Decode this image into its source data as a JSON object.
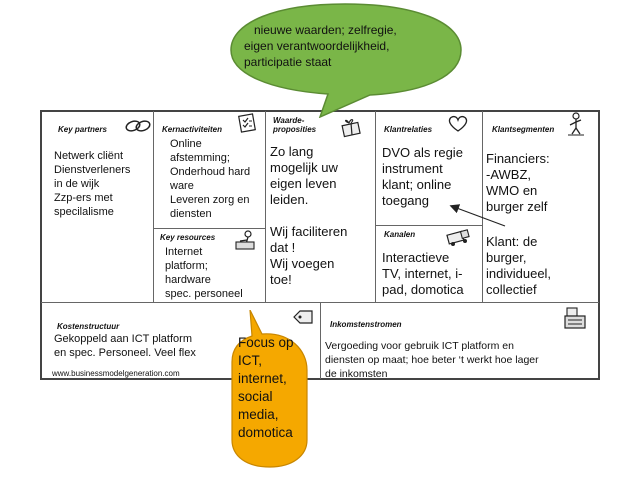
{
  "speech_bubble": {
    "lines": [
      "nieuwe waarden; zelfregie,",
      "eigen verantwoordelijkheid,",
      "participatie staat"
    ]
  },
  "canvas": {
    "headers": {
      "key_partners": "Key partners",
      "key_activities": "Kernactiviteiten",
      "value_propositions_1": "Waarde-",
      "value_propositions_2": "proposities",
      "customer_relationships": "Klantrelaties",
      "customer_segments": "Klantsegmenten",
      "key_resources": "Key resources",
      "channels": "Kanalen",
      "cost_structure": "Kostenstructuur",
      "revenue_streams": "Inkomstenstromen"
    },
    "key_partners_lines": [
      "Netwerk cliënt",
      "Dienstverleners",
      "in de wijk",
      "Zzp-ers met",
      "specilalisme"
    ],
    "key_activities_lines": [
      "Online",
      "afstemming;",
      "Onderhoud hard",
      "ware",
      "Leveren zorg en",
      "diensten"
    ],
    "key_resources_lines": [
      "Internet",
      "platform;",
      "hardware",
      "spec. personeel"
    ],
    "value_prop_lines": [
      "Zo lang",
      "mogelijk uw",
      "eigen leven",
      "leiden.",
      "",
      "Wij faciliteren",
      "dat !",
      "Wij voegen",
      "toe!"
    ],
    "customer_rel_lines": [
      "DVO als regie",
      "instrument",
      "klant; online",
      "toegang"
    ],
    "channels_lines": [
      "Interactieve",
      "TV, internet, i-",
      "pad, domotica"
    ],
    "customer_seg_lines_1": [
      "Financiers:",
      "-AWBZ,",
      "WMO en",
      "burger zelf"
    ],
    "customer_seg_lines_2": [
      "Klant: de",
      "burger,",
      "individueel,",
      "collectief"
    ],
    "cost_lines": [
      "Gekoppeld aan ICT platform",
      "en spec. Personeel. Veel flex"
    ],
    "revenue_lines": [
      "Vergoeding voor gebruik ICT platform en",
      "diensten op maat; hoe beter ‘t werkt hoe lager",
      "de inkomsten"
    ],
    "url": "www.businessmodelgeneration.com"
  },
  "focus_bubble": {
    "lines": [
      "Focus op",
      "ICT,",
      "internet,",
      "social",
      "media,",
      "domotica"
    ]
  },
  "colors": {
    "speech_bubble_fill": "#7ab648",
    "focus_bubble_fill": "#f5a800",
    "grid": "#666666"
  }
}
